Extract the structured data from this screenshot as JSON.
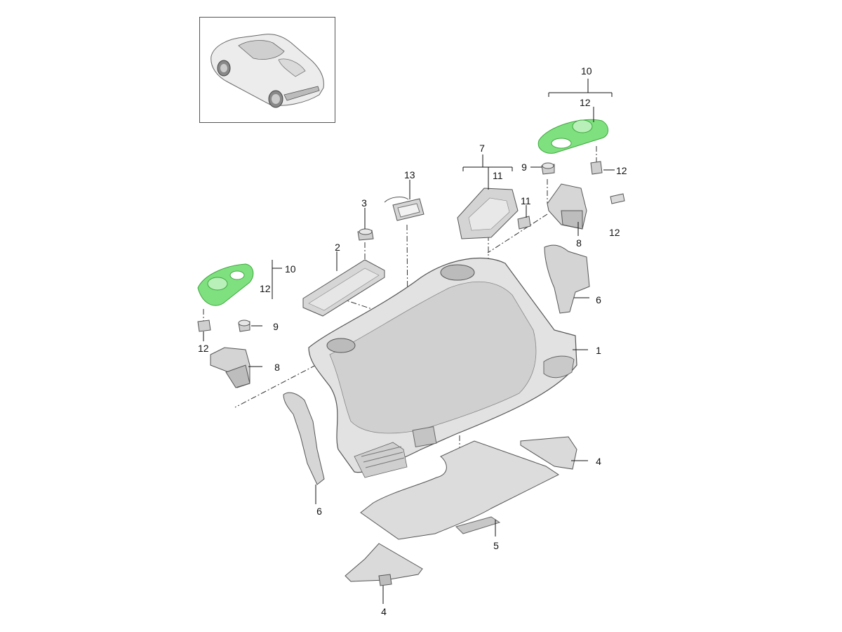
{
  "diagram": {
    "accent_color": "#7fe07f",
    "part_color": "#d8d8d8",
    "callouts": {
      "c1": "1",
      "c2": "2",
      "c3": "3",
      "c4a": "4",
      "c4b": "4",
      "c5": "5",
      "c6a": "6",
      "c6b": "6",
      "c7": "7",
      "c8a": "8",
      "c8b": "8",
      "c9a": "9",
      "c9b": "9",
      "c10a": "10",
      "c10b": "10",
      "c11a": "11",
      "c11b": "11",
      "c12a": "12",
      "c12b": "12",
      "c12c": "12",
      "c12d": "12",
      "c12e": "12",
      "c13": "13"
    }
  }
}
